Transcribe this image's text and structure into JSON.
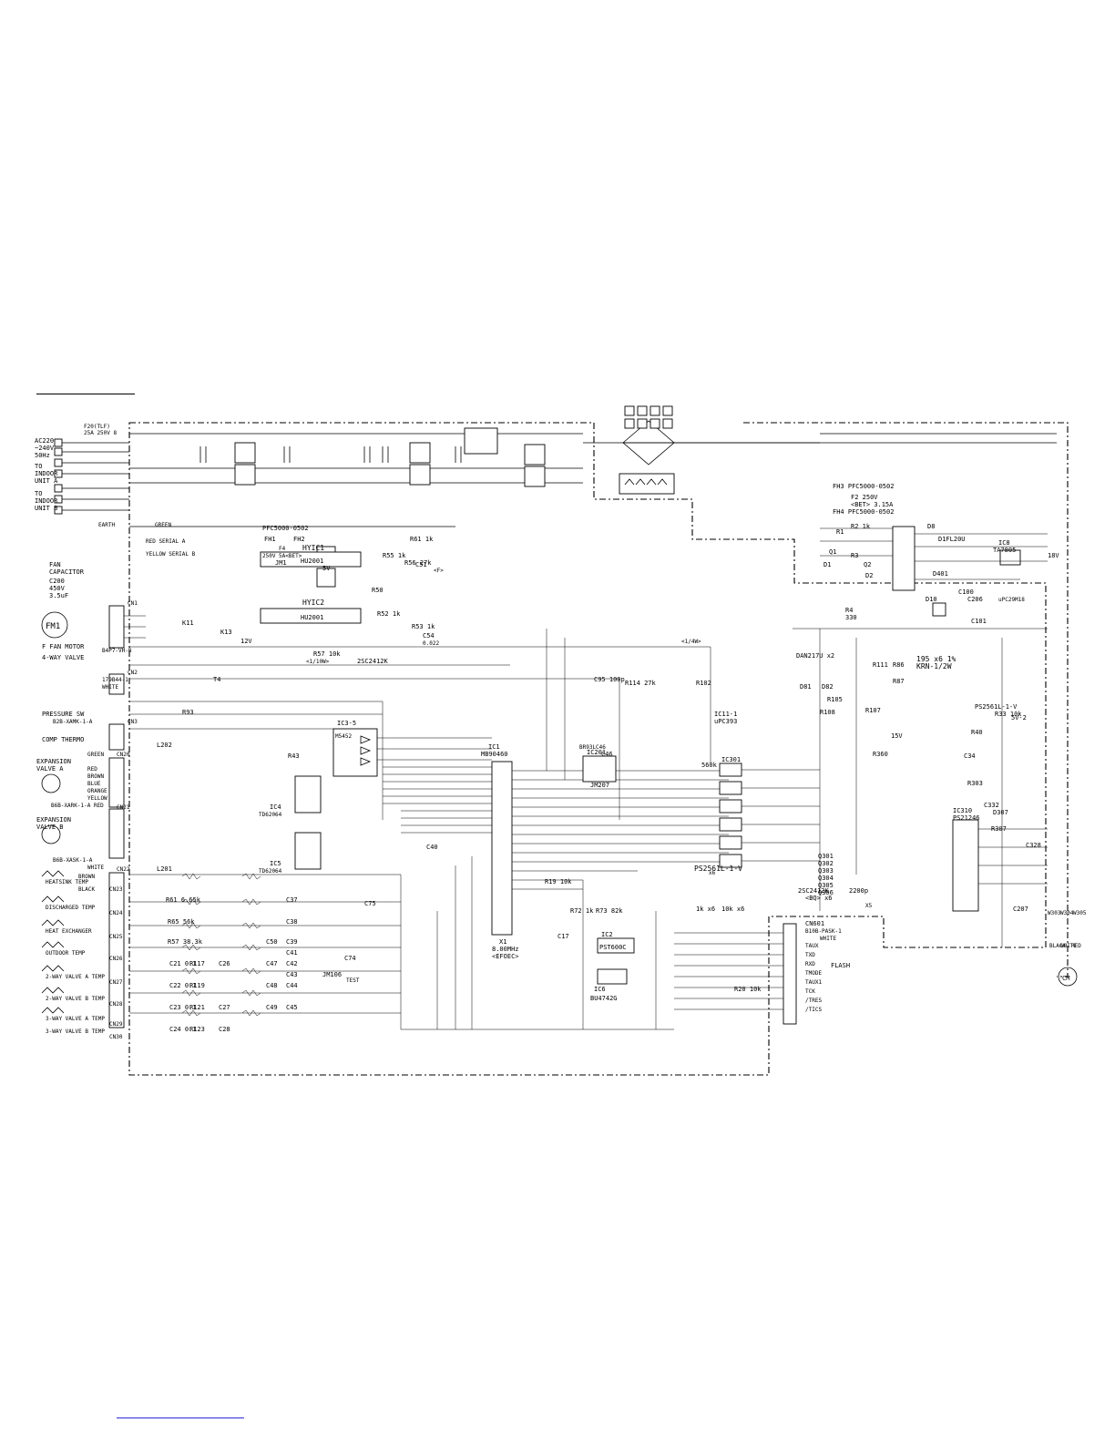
{
  "power": {
    "ac_input": [
      "AC220",
      "~240V",
      "50Hz"
    ],
    "to_indoor_a": [
      "TO",
      "INDOOR",
      "UNIT A"
    ],
    "to_indoor_b": [
      "TO",
      "INDOOR",
      "UNIT B"
    ],
    "fuse_top": "F20(TLF)",
    "fuse_rating": "25A 250V 8",
    "earth": "EARTH",
    "green": "GREEN",
    "serial_a": "RED SERIAL A",
    "serial_b": "YELLOW SERIAL B",
    "fan_capacitor": [
      "FAN",
      "CAPACITOR"
    ],
    "cap_value": [
      "C200",
      "450V",
      "3.5uF"
    ],
    "pfc": "PFC5000-0502",
    "fh1": "FH1",
    "fh2": "FH2",
    "f4": "F4",
    "f4_rating": "250V 5A<BET>",
    "fh3": "FH3 PFC5000-0502",
    "fh4": "FH4 PFC5000-0502",
    "f2": "F2  250V",
    "f2_rating": "<BET> 3.15A"
  },
  "left_labels": {
    "fm1": "FM1",
    "fan_motor": "F FAN MOTOR",
    "fan_conn": "B4P7-VH-B",
    "four_way": "4-WAY VALVE",
    "four_way_conn": "179B44-1",
    "white": "WHITE",
    "pressure_sw": "PRESSURE SW",
    "pressure_conn": "B2B-XAMK-1-A",
    "comp_thermo": "COMP THERMO",
    "green": "GREEN",
    "expansion_a": [
      "EXPANSION",
      "VALVE A"
    ],
    "expansion_a_conn": "B6B-XARK-1-A RED",
    "expansion_b": [
      "EXPANSION",
      "VALVE B"
    ],
    "expansion_b_conn": "B6B-XASK-1-A",
    "wires": [
      "RED",
      "BROWN",
      "BLUE",
      "ORANGE",
      "YELLOW",
      "WHITE"
    ],
    "heatsink_temp": "HEATSINK TEMP",
    "discharged_temp": "DISCHARGED TEMP",
    "heat_exchanger": "HEAT EXCHANGER",
    "outdoor_temp": "OUTDOOR TEMP",
    "valve_a_temp": "2-WAY VALVE A TEMP",
    "valve_b_temp": "2-WAY VALVE B TEMP",
    "valve_a3_temp": "3-WAY VALVE A TEMP",
    "valve_b3_temp": "3-WAY VALVE B TEMP",
    "black": "BLACK",
    "brown": "BROWN"
  },
  "connectors": [
    "CN1",
    "CN2",
    "CN3",
    "CN20",
    "CN21",
    "CN22",
    "CN23",
    "CN24",
    "CN25",
    "CN26",
    "CN27",
    "CN28",
    "CN29",
    "CN30"
  ],
  "ics": {
    "hyic1": "HYIC1",
    "hyic1_part": "HU2001",
    "hyic2": "HYIC2",
    "hyic2_part": "HU2001",
    "ic1": "IC1",
    "ic1_part": "MB90460",
    "ic3": "IC3-5",
    "ic3_part": "M5452",
    "ic4": "IC4",
    "ic4_part": "TD62064",
    "ic5": "IC5",
    "ic5_part": "TD62064",
    "ic6": "IC6",
    "ic6_part": "BU4742G",
    "ic2": "IC2",
    "ic2_part": "PST600C",
    "ic201": "IC201",
    "ic201_part": "BR93LC46",
    "ic8": "IC8",
    "ic8_part": "TA7805",
    "ic11": "IC11-1",
    "ic11_part": "uPC393",
    "ic310": "IC310",
    "ic310_part": "PS21246",
    "ic301": "IC301",
    "ps2561": "PS2561L-1-V",
    "ps2561b": "PS2561L-1-V",
    "upc": "uPC29M18",
    "flash": "FLASH",
    "xtal": "X1",
    "xtal_freq": "8.00MHz",
    "xtal_part": "<EFOEC>"
  },
  "components": [
    "R57 10k",
    "R72 1k",
    "R73 82k",
    "R19 10k",
    "R20 10k",
    "R43",
    "R93",
    "R61 1k",
    "R56 27k",
    "R55 1k",
    "R50",
    "R52 1k",
    "R53 1k",
    "R65 56k",
    "R57 38.3k",
    "R61 6.65k",
    "R117",
    "R119",
    "R121",
    "R123",
    "R360",
    "R303",
    "R307",
    "R40",
    "R33 10k",
    "R1",
    "R2 1k",
    "R3",
    "R4",
    "R111",
    "R86",
    "R87",
    "R107",
    "R105",
    "R108",
    "R102",
    "R114 27k",
    "C95 100p",
    "C40",
    "C75",
    "C74",
    "C17",
    "C54",
    "C51",
    "C46",
    "C47",
    "C48",
    "C49",
    "C50",
    "C37",
    "C38",
    "C39",
    "C41",
    "C42",
    "C43",
    "C44",
    "C45",
    "C21 0.1",
    "C22 0.1",
    "C23 0.1",
    "C24 0.1",
    "C26",
    "C27",
    "C28",
    "C100",
    "C101",
    "C206",
    "C207",
    "C328",
    "C332",
    "C34",
    "D1",
    "D2",
    "D8",
    "D10",
    "D401",
    "D307",
    "D81",
    "D82",
    "Q1",
    "Q2",
    "Q301",
    "Q302",
    "Q303",
    "Q304",
    "Q305",
    "Q306",
    "L201",
    "L202",
    "JM1",
    "JM106",
    "JM207",
    "K11",
    "K13",
    "T4"
  ],
  "labels": {
    "v5": "5V",
    "v12": "12V",
    "v15": "15V",
    "v18": "18V",
    "v5_2": "5V-2",
    "res_1_10w": "<1/10W>",
    "res_1_4w": "<1/4W>",
    "cap_022": "0.022",
    "cap_f": "<F>",
    "x6": "x6",
    "x5": "X5",
    "dan": "DAN217U x2",
    "rr_195": "195 x6 1%",
    "krn": "KRN-1/2W",
    "tr_2sc": "2SC2412K",
    "tr_2sc6": "2SC2412K",
    "tr_bq": "<BQ> x6",
    "cap_2200": "2200p",
    "test": "TEST",
    "d1fl20u": "D1FL20U",
    "cn601": "CN601",
    "cn601_conn": "B10B-PASK-1",
    "cn601_white": "WHITE",
    "flash_pins": [
      "TAUX",
      "TXD",
      "RXD",
      "TMODE",
      "TAUX1",
      "TCK",
      "/TRES",
      "/TICS"
    ],
    "motor_wires": [
      "BLACK",
      "WHITE",
      "RED"
    ],
    "motor_pins": [
      "W303",
      "W304",
      "W305"
    ],
    "motor": "CM",
    "sw_1k": "1k x6",
    "sw_10k": "10k x6",
    "res_330": "330",
    "res_560": "560k"
  }
}
